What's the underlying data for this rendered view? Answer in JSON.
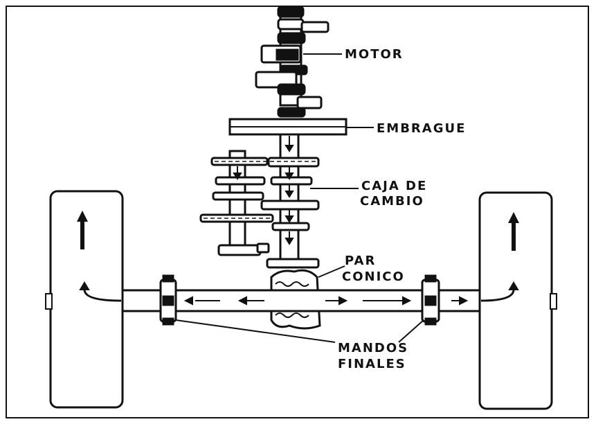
{
  "diagram": {
    "labels": {
      "motor": "MOTOR",
      "embrague": "EMBRAGUE",
      "caja_line1": "CAJA DE",
      "caja_line2": "CAMBIO",
      "par_line1": "PAR",
      "par_line2": "CONICO",
      "mandos_line1": "MANDOS",
      "mandos_line2": "FINALES"
    },
    "colors": {
      "ink": "#111111",
      "paper": "#ffffff"
    }
  }
}
